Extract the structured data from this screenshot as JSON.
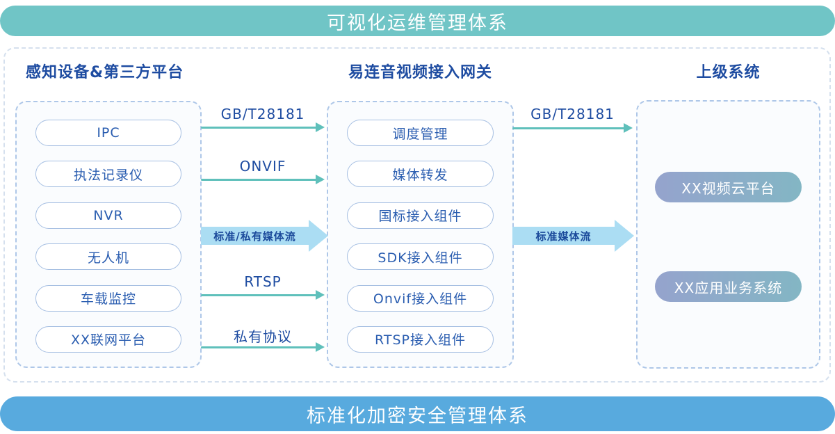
{
  "banners": {
    "top": "可视化运维管理体系",
    "bottom": "标准化加密安全管理体系"
  },
  "columns": {
    "left": {
      "header": "感知设备&第三方平台",
      "items": [
        "IPC",
        "执法记录仪",
        "NVR",
        "无人机",
        "车载监控",
        "XX联网平台"
      ]
    },
    "middle": {
      "header": "易连音视频接入网关",
      "items": [
        "调度管理",
        "媒体转发",
        "国标接入组件",
        "SDK接入组件",
        "Onvif接入组件",
        "RTSP接入组件"
      ]
    },
    "right": {
      "header": "上级系统",
      "items": [
        "XX视频云平台",
        "XX应用业务系统"
      ]
    }
  },
  "flows": {
    "left_to_middle": [
      {
        "label": "GB/T28181",
        "style": "thin"
      },
      {
        "label": "ONVIF",
        "style": "thin"
      },
      {
        "label": "标准/私有媒体流",
        "style": "big"
      },
      {
        "label": "RTSP",
        "style": "thin"
      },
      {
        "label": "私有协议",
        "style": "thin"
      }
    ],
    "middle_to_right": [
      {
        "label": "GB/T28181",
        "style": "thin"
      },
      {
        "label": "标准媒体流",
        "style": "big"
      }
    ]
  },
  "colors": {
    "top_banner": "#70C5C6",
    "bottom_banner": "#58AADE",
    "header_text": "#1E4CA1",
    "pill_text": "#2A5DB0",
    "pill_border": "#A6BFE2",
    "thin_arrow": "#5FC0BB",
    "big_arrow": "#ABDDF3",
    "gradient_pill_start": "#95A3CD",
    "gradient_pill_end": "#83B6C4"
  }
}
